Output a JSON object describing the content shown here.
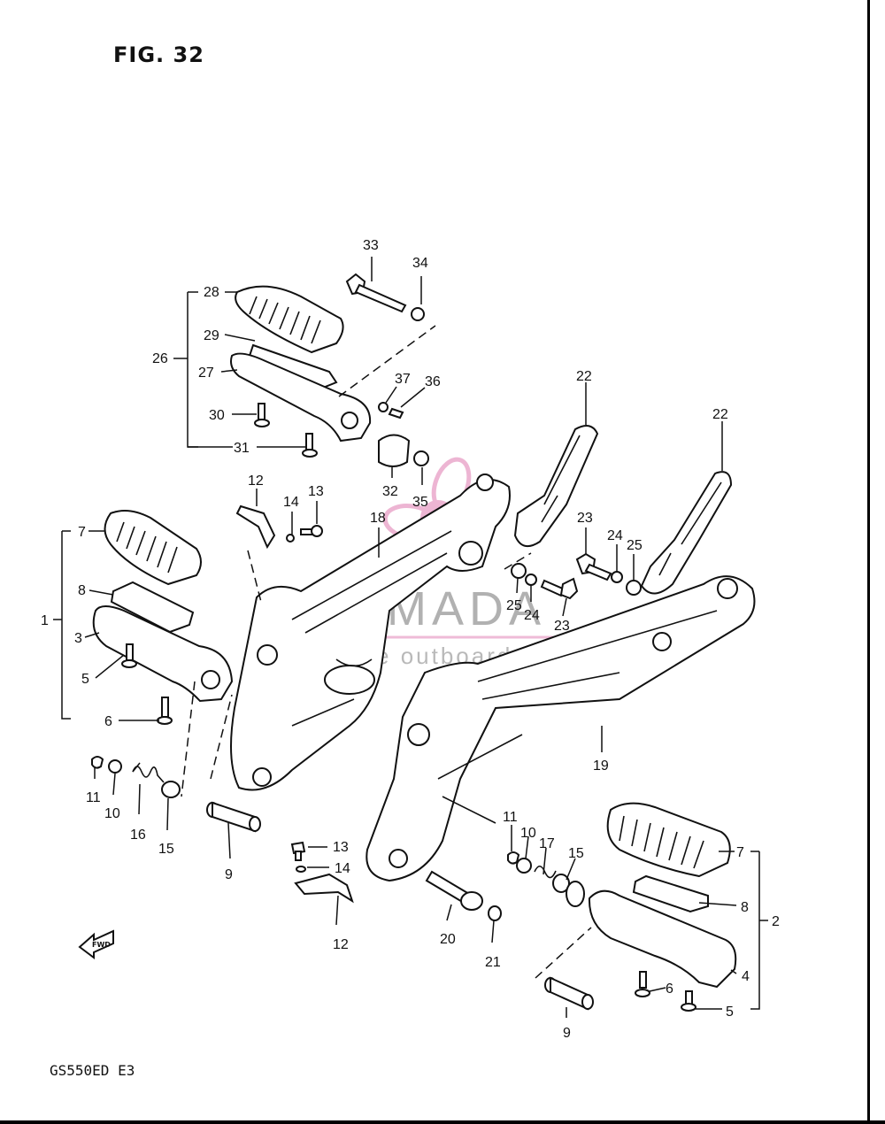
{
  "figure": {
    "title": "FIG. 32",
    "model": "GS550ED E3",
    "fwd_label": "FWD"
  },
  "watermark": {
    "name": "ARMADA",
    "tagline": "marine outboards",
    "color": "#e07ab0"
  },
  "callouts": [
    {
      "id": "c33",
      "text": "33"
    },
    {
      "id": "c34",
      "text": "34"
    },
    {
      "id": "c28",
      "text": "28"
    },
    {
      "id": "c29",
      "text": "29"
    },
    {
      "id": "c26",
      "text": "26"
    },
    {
      "id": "c27",
      "text": "27"
    },
    {
      "id": "c37",
      "text": "37"
    },
    {
      "id": "c36",
      "text": "36"
    },
    {
      "id": "c30",
      "text": "30"
    },
    {
      "id": "c31",
      "text": "31"
    },
    {
      "id": "c32",
      "text": "32"
    },
    {
      "id": "c35",
      "text": "35"
    },
    {
      "id": "c22a",
      "text": "22"
    },
    {
      "id": "c22b",
      "text": "22"
    },
    {
      "id": "c12a",
      "text": "12"
    },
    {
      "id": "c14a",
      "text": "14"
    },
    {
      "id": "c13a",
      "text": "13"
    },
    {
      "id": "c18",
      "text": "18"
    },
    {
      "id": "c23a",
      "text": "23"
    },
    {
      "id": "c24a",
      "text": "24"
    },
    {
      "id": "c25a",
      "text": "25"
    },
    {
      "id": "c25b",
      "text": "25"
    },
    {
      "id": "c24b",
      "text": "24"
    },
    {
      "id": "c23b",
      "text": "23"
    },
    {
      "id": "c7a",
      "text": "7"
    },
    {
      "id": "c8a",
      "text": "8"
    },
    {
      "id": "c1",
      "text": "1"
    },
    {
      "id": "c3",
      "text": "3"
    },
    {
      "id": "c5a",
      "text": "5"
    },
    {
      "id": "c6a",
      "text": "6"
    },
    {
      "id": "c11a",
      "text": "11"
    },
    {
      "id": "c10a",
      "text": "10"
    },
    {
      "id": "c16",
      "text": "16"
    },
    {
      "id": "c15a",
      "text": "15"
    },
    {
      "id": "c9a",
      "text": "9"
    },
    {
      "id": "c19",
      "text": "19"
    },
    {
      "id": "c13b",
      "text": "13"
    },
    {
      "id": "c14b",
      "text": "14"
    },
    {
      "id": "c12b",
      "text": "12"
    },
    {
      "id": "c20",
      "text": "20"
    },
    {
      "id": "c21",
      "text": "21"
    },
    {
      "id": "c11b",
      "text": "11"
    },
    {
      "id": "c10b",
      "text": "10"
    },
    {
      "id": "c17",
      "text": "17"
    },
    {
      "id": "c15b",
      "text": "15"
    },
    {
      "id": "c7b",
      "text": "7"
    },
    {
      "id": "c8b",
      "text": "8"
    },
    {
      "id": "c2",
      "text": "2"
    },
    {
      "id": "c4",
      "text": "4"
    },
    {
      "id": "c6b",
      "text": "6"
    },
    {
      "id": "c5b",
      "text": "5"
    },
    {
      "id": "c9b",
      "text": "9"
    }
  ]
}
